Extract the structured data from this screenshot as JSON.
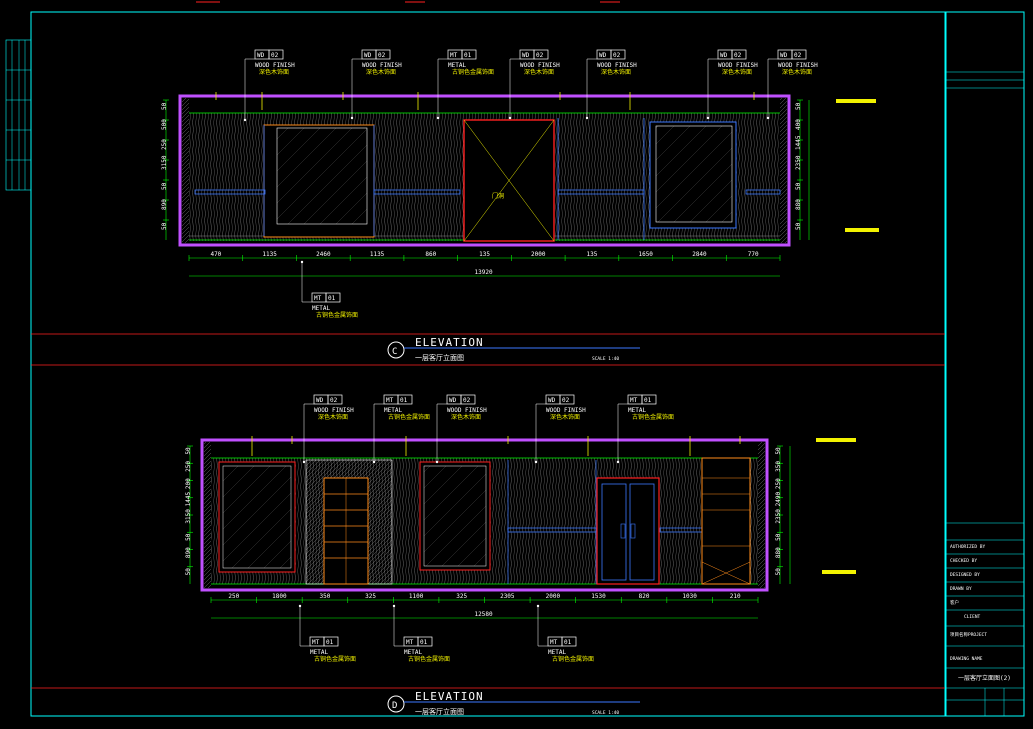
{
  "elevation_c": {
    "marker": "C",
    "title": "ELEVATION",
    "subtitle": "一层客厅立面图",
    "scale": "SCALE 1:40",
    "tags": [
      {
        "code": "WD",
        "num": "02",
        "line1": "WOOD FINISH",
        "line2": "深色木饰面"
      },
      {
        "code": "WD",
        "num": "02",
        "line1": "WOOD FINISH",
        "line2": "深色木饰面"
      },
      {
        "code": "MT",
        "num": "01",
        "line1": "METAL",
        "line2": "古铜色金属饰面"
      },
      {
        "code": "WD",
        "num": "02",
        "line1": "WOOD FINISH",
        "line2": "深色木饰面"
      },
      {
        "code": "WD",
        "num": "02",
        "line1": "WOOD FINISH",
        "line2": "深色木饰面"
      },
      {
        "code": "WD",
        "num": "02",
        "line1": "WOOD FINISH",
        "line2": "深色木饰面"
      },
      {
        "code": "WD",
        "num": "02",
        "line1": "WOOD FINISH",
        "line2": "深色木饰面"
      }
    ],
    "bottom_tag": {
      "code": "MT",
      "num": "01",
      "line1": "METAL",
      "line2": "古铜色金属饰面"
    },
    "dims_bottom": [
      "470",
      "1135",
      "2460",
      "1135",
      "860",
      "135",
      "2000",
      "135",
      "1650",
      "2840",
      "770"
    ],
    "total": "13920",
    "left_dims": [
      "50",
      "500",
      "250",
      "3150",
      "50",
      "890",
      "50"
    ],
    "right_dims": [
      "50",
      "400",
      "1445",
      "2350",
      "50",
      "880",
      "50"
    ]
  },
  "elevation_d": {
    "marker": "D",
    "title": "ELEVATION",
    "subtitle": "一层客厅立面图",
    "scale": "SCALE 1:40",
    "tags": [
      {
        "code": "WD",
        "num": "02",
        "line1": "WOOD FINISH",
        "line2": "深色木饰面"
      },
      {
        "code": "MT",
        "num": "01",
        "line1": "METAL",
        "line2": "古铜色金属饰面"
      },
      {
        "code": "WD",
        "num": "02",
        "line1": "WOOD FINISH",
        "line2": "深色木饰面"
      },
      {
        "code": "WD",
        "num": "02",
        "line1": "WOOD FINISH",
        "line2": "深色木饰面"
      },
      {
        "code": "MT",
        "num": "01",
        "line1": "METAL",
        "line2": "古铜色金属饰面"
      }
    ],
    "bottom_tags": [
      {
        "code": "MT",
        "num": "01",
        "line1": "METAL",
        "line2": "古铜色金属饰面"
      },
      {
        "code": "MT",
        "num": "01",
        "line1": "METAL",
        "line2": "古铜色金属饰面"
      },
      {
        "code": "MT",
        "num": "01",
        "line1": "METAL",
        "line2": "古铜色金属饰面"
      }
    ],
    "dims_bottom": [
      "250",
      "1800",
      "350",
      "325",
      "1100",
      "325",
      "2305",
      "2000",
      "1530",
      "820",
      "1030",
      "210"
    ],
    "total": "12580",
    "left_dims": [
      "50",
      "250",
      "200",
      "1445",
      "3150",
      "50",
      "890",
      "50"
    ],
    "right_dims": [
      "50",
      "350",
      "250",
      "2490",
      "2350",
      "50",
      "880",
      "50"
    ]
  },
  "title_block": {
    "authorized": "AUTHORIZED BY",
    "checked": "CHECKED BY",
    "designed": "DESIGNED BY",
    "drawn": "DRAWN BY",
    "client": "CLIENT",
    "project": "PROJECT",
    "drawing_name_label": "DRAWING NAME",
    "drawing_name": "一层客厅立面图(2)",
    "project_cn": "项目名称",
    "client_cn": "客户"
  },
  "colors": {
    "frame": "#00ffff",
    "dim": "#00ff00",
    "purple": "#c050ff",
    "red": "#ff2020",
    "blue": "#3c78ff",
    "yellow": "#f2f200",
    "orange": "#ff8c1a"
  }
}
